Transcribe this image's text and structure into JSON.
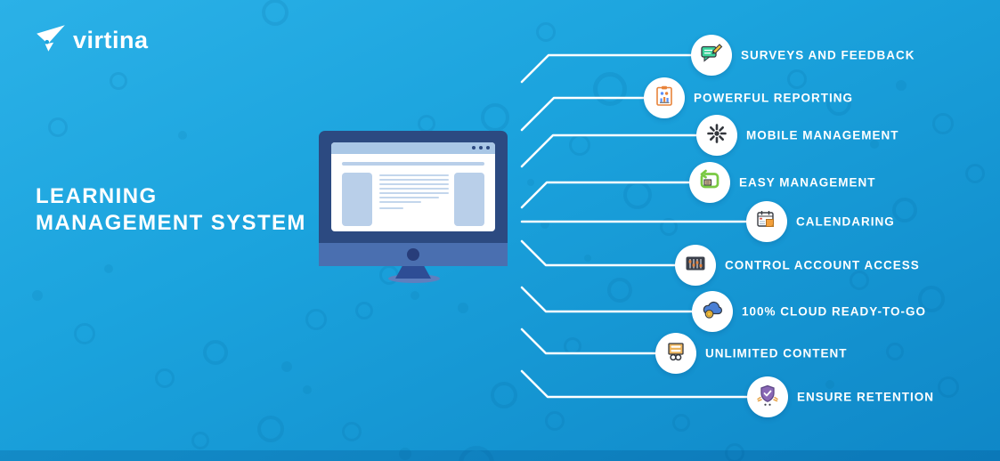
{
  "brand": {
    "name": "virtina",
    "logo_icon": "paper-plane-icon"
  },
  "title": {
    "line1": "LEARNING",
    "line2": "MANAGEMENT SYSTEM"
  },
  "features": [
    {
      "label": "SURVEYS AND FEEDBACK",
      "icon": "survey-feedback-icon"
    },
    {
      "label": "POWERFUL REPORTING",
      "icon": "report-clipboard-icon"
    },
    {
      "label": "MOBILE MANAGEMENT",
      "icon": "mobile-burst-icon"
    },
    {
      "label": "EASY MANAGEMENT",
      "icon": "easy-loop-icon"
    },
    {
      "label": "CALENDARING",
      "icon": "calendar-icon"
    },
    {
      "label": "CONTROL ACCOUNT ACCESS",
      "icon": "account-sliders-icon"
    },
    {
      "label": "100% CLOUD READY-TO-GO",
      "icon": "cloud-coin-icon"
    },
    {
      "label": "UNLIMITED CONTENT",
      "icon": "content-cart-icon"
    },
    {
      "label": "ENSURE RETENTION",
      "icon": "shield-check-icon"
    }
  ],
  "colors": {
    "background_top": "#2bb1e7",
    "background_bottom": "#0f87c7",
    "connector_line": "#ffffff",
    "text": "#ffffff",
    "monitor_frame": "#2c4a81",
    "monitor_chin": "#4a6fb0"
  }
}
